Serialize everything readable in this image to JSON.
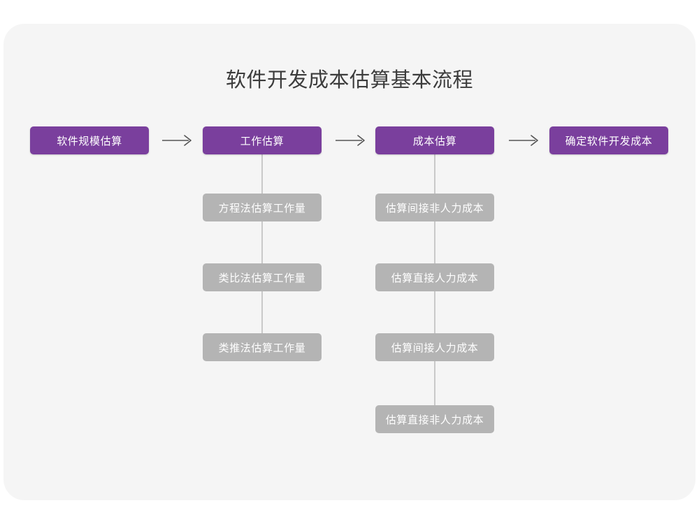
{
  "chart_data": {
    "type": "diagram",
    "title": "软件开发成本估算基本流程",
    "orientation": "horizontal-flow-with-vertical-branches",
    "stages": [
      {
        "id": "stage-1",
        "label": "软件规模估算",
        "style": "primary",
        "children": []
      },
      {
        "id": "stage-2",
        "label": "工作估算",
        "style": "primary",
        "children": [
          "方程法估算工作量",
          "类比法估算工作量",
          "类推法估算工作量"
        ]
      },
      {
        "id": "stage-3",
        "label": "成本估算",
        "style": "primary",
        "children": [
          "估算间接非人力成本",
          "估算直接人力成本",
          "估算间接人力成本",
          "估算直接非人力成本"
        ]
      },
      {
        "id": "stage-4",
        "label": "确定软件开发成本",
        "style": "primary",
        "children": []
      }
    ],
    "connectors": [
      {
        "from": "stage-1",
        "to": "stage-2",
        "kind": "arrow"
      },
      {
        "from": "stage-2",
        "to": "stage-3",
        "kind": "arrow"
      },
      {
        "from": "stage-3",
        "to": "stage-4",
        "kind": "arrow"
      },
      {
        "from": "stage-2",
        "to": "stage-2-children",
        "kind": "line"
      },
      {
        "from": "stage-3",
        "to": "stage-3-children",
        "kind": "line"
      }
    ]
  },
  "diagram": {
    "title": "软件开发成本估算基本流程",
    "nodes": {
      "stage1": "软件规模估算",
      "stage2": "工作估算",
      "stage3": "成本估算",
      "stage4": "确定软件开发成本",
      "work1": "方程法估算工作量",
      "work2": "类比法估算工作量",
      "work3": "类推法估算工作量",
      "cost1": "估算间接非人力成本",
      "cost2": "估算直接人力成本",
      "cost3": "估算间接人力成本",
      "cost4": "估算直接非人力成本"
    }
  },
  "colors": {
    "primary": "#7a3f9d",
    "secondary": "#b4b4b4",
    "card_background": "#f5f5f5",
    "page_background": "#ffffff",
    "title_text": "#3c3c3c",
    "node_text": "#ffffff",
    "connector": "#c9c9c9",
    "arrow": "#555555"
  }
}
